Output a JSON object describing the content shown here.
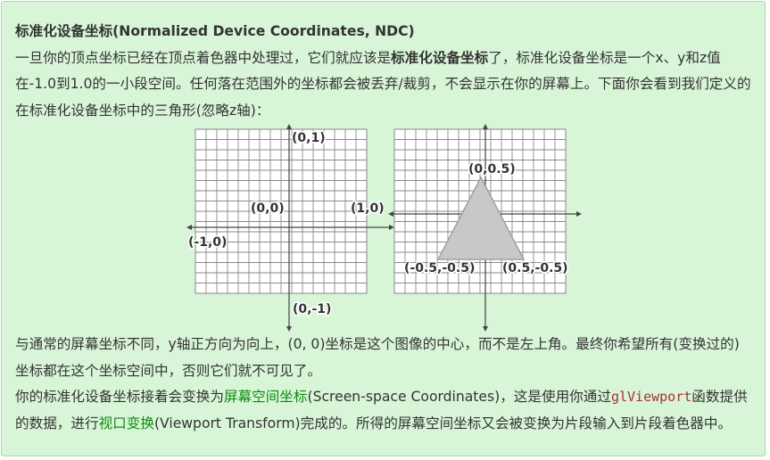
{
  "note": {
    "title": "标准化设备坐标(Normalized Device Coordinates, NDC)",
    "p1_text_a": "一旦你的顶点坐标已经在顶点着色器中处理过，它们就应该是",
    "p1_term": "标准化设备坐标",
    "p1_text_b": "了，标准化设备坐标是一个x、y和z值在-1.0到1.0的一小段空间。任何落在范围外的坐标都会被丢弃/裁剪，不会显示在你的屏幕上。下面你会看到我们定义的在标准化设备坐标中的三角形(忽略z轴)：",
    "p2": "与通常的屏幕坐标不同，y轴正方向为向上，(0, 0)坐标是这个图像的中心，而不是左上角。最终你希望所有(变换过的)坐标都在这个坐标空间中，否则它们就不可见了。",
    "p3_a": "你的标准化设备坐标接着会变换为",
    "p3_link1": "屏幕空间坐标",
    "p3_b": "(Screen-space Coordinates)，这是使用你通过",
    "p3_code": "glViewport",
    "p3_c": "函数提供的数据，进行",
    "p3_link2": "视口变换",
    "p3_d": "(Viewport Transform)完成的。所得的屏幕空间坐标又会被变换为片段输入到片段着色器中。"
  },
  "figure": {
    "left_labels": {
      "top": "(0,1)",
      "origin": "(0,0)",
      "right": "(1,0)",
      "left": "(-1,0)",
      "bottom": "(0,-1)"
    },
    "right_labels": {
      "apex": "(0,0.5)",
      "bottom_left": "(-0.5,-0.5)",
      "bottom_right": "(0.5,-0.5)"
    },
    "triangle_vertices": [
      [
        0,
        0.5
      ],
      [
        -0.5,
        -0.5
      ],
      [
        0.5,
        -0.5
      ]
    ],
    "colors": {
      "background": "#d8f5d8",
      "grid": "#888888",
      "axis": "#444444",
      "triangle_fill": "#c8c8c8",
      "triangle_stroke": "#a0a0a0",
      "link": "#0f8a0f",
      "code": "#a83232"
    }
  }
}
